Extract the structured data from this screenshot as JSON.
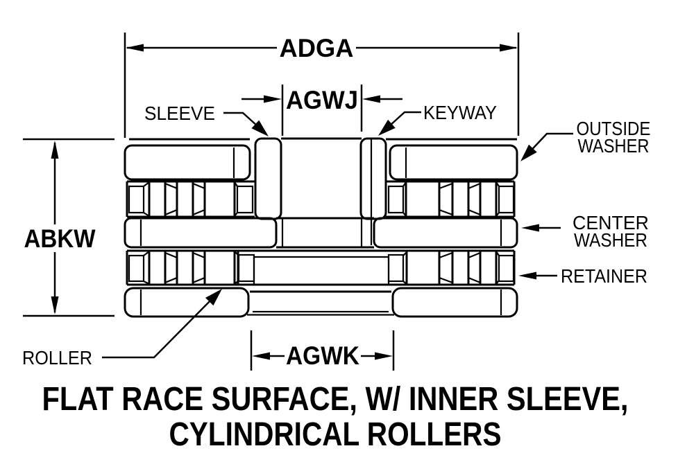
{
  "diagram": {
    "dimensions": {
      "overall_width": "ADGA",
      "sleeve_inner_width": "AGWJ",
      "bearing_height": "ABKW",
      "race_surface_width": "AGWK"
    },
    "labels": {
      "sleeve": "SLEEVE",
      "keyway": "KEYWAY",
      "outside_washer_line1": "OUTSIDE",
      "outside_washer_line2": "WASHER",
      "center_washer_line1": "CENTER",
      "center_washer_line2": "WASHER",
      "retainer": "RETAINER",
      "roller": "ROLLER"
    }
  },
  "title": {
    "line1": "FLAT RACE SURFACE, W/ INNER SLEEVE,",
    "line2": "CYLINDRICAL ROLLERS"
  },
  "colors": {
    "line": "#000000",
    "background": "#ffffff"
  }
}
